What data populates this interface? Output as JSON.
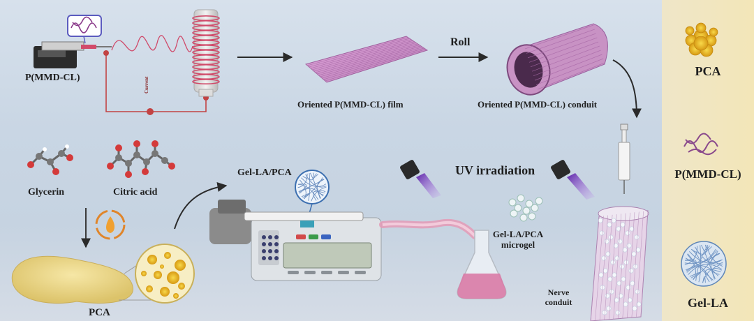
{
  "labels": {
    "pmmd_cl_device": "P(MMD-CL)",
    "current": "Current",
    "roll": "Roll",
    "oriented_film": "Oriented P(MMD-CL) film",
    "oriented_conduit": "Oriented P(MMD-CL) conduit",
    "glycerin": "Glycerin",
    "citric_acid": "Citric acid",
    "gel_la_pca": "Gel-LA/PCA",
    "uv_irradiation": "UV irradiation",
    "microgel_line1": "Gel-LA/PCA",
    "microgel_line2": "microgel",
    "nerve_line1": "Nerve",
    "nerve_line2": "conduit",
    "pca_bottom": "PCA"
  },
  "legend": {
    "items": [
      {
        "label": "PCA",
        "icon": "pca-particle-icon",
        "color": "#e6b21c"
      },
      {
        "label": "P(MMD-CL)",
        "icon": "polymer-coil-icon",
        "color": "#8a4a8c"
      },
      {
        "label": "Gel-LA",
        "icon": "gel-network-icon",
        "color": "#6f93c0"
      }
    ]
  },
  "colors": {
    "film": "#c98fc6",
    "fiber": "#d65a7a",
    "uv": "#8a3fd6",
    "pca": "#e6b21c",
    "liquid": "#d97aa6"
  }
}
